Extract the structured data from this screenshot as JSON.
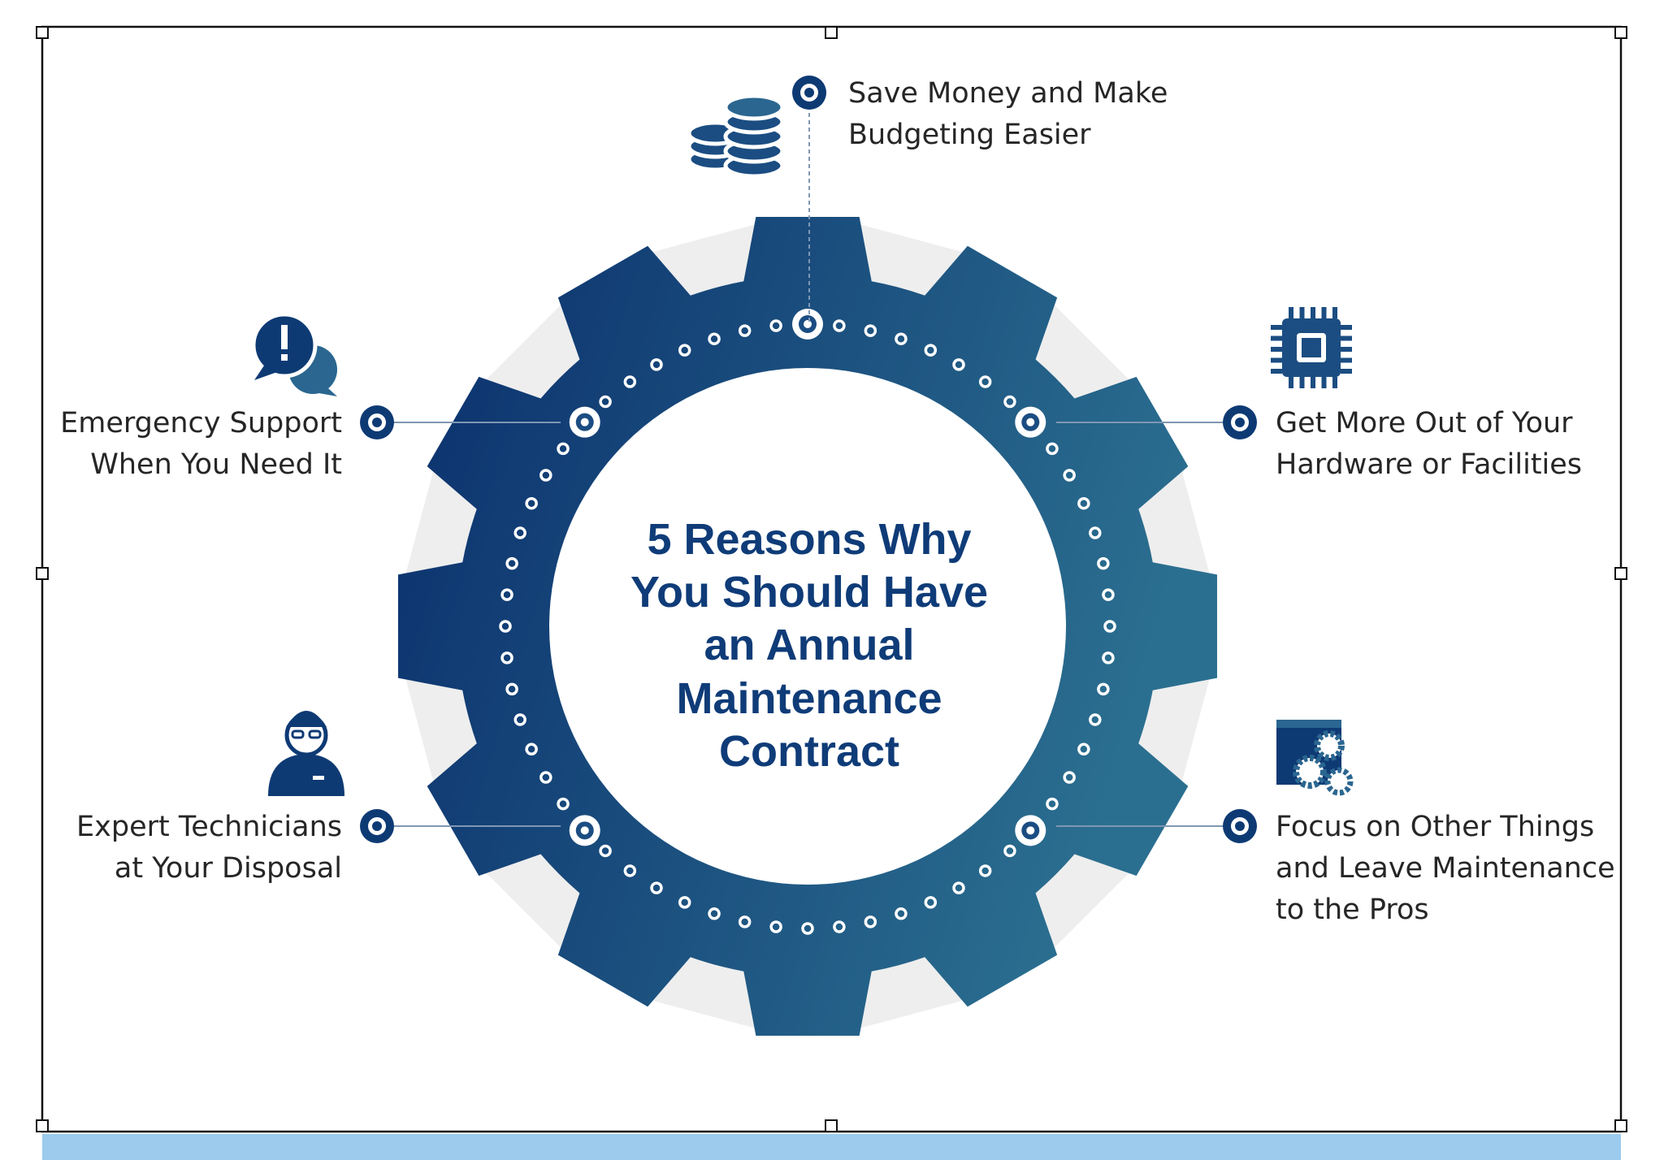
{
  "colors": {
    "gear_dark": "#0a2e6c",
    "gear_light": "#2b6f90",
    "gear_shadow": "#eeeeee",
    "title": "#0f3c78",
    "text": "#262626",
    "bottom_bar": "#9ccbee",
    "frame": "#111111"
  },
  "title_lines": [
    "5 Reasons Why",
    "You Should Have",
    "an Annual",
    "Maintenance",
    "Contract"
  ],
  "reasons": [
    {
      "id": "save-money",
      "icon": "coins-icon",
      "lines": [
        "Save Money and Make",
        "Budgeting Easier"
      ]
    },
    {
      "id": "emergency-support",
      "icon": "alert-chat-icon",
      "lines": [
        "Emergency Support",
        "When You Need It"
      ]
    },
    {
      "id": "hardware",
      "icon": "chip-icon",
      "lines": [
        "Get More Out of Your",
        "Hardware or Facilities"
      ]
    },
    {
      "id": "technicians",
      "icon": "technician-icon",
      "lines": [
        "Expert Technicians",
        "at Your Disposal"
      ]
    },
    {
      "id": "focus",
      "icon": "settings-window-icon",
      "lines": [
        "Focus on Other Things",
        "and Leave Maintenance",
        "to the Pros"
      ]
    }
  ]
}
